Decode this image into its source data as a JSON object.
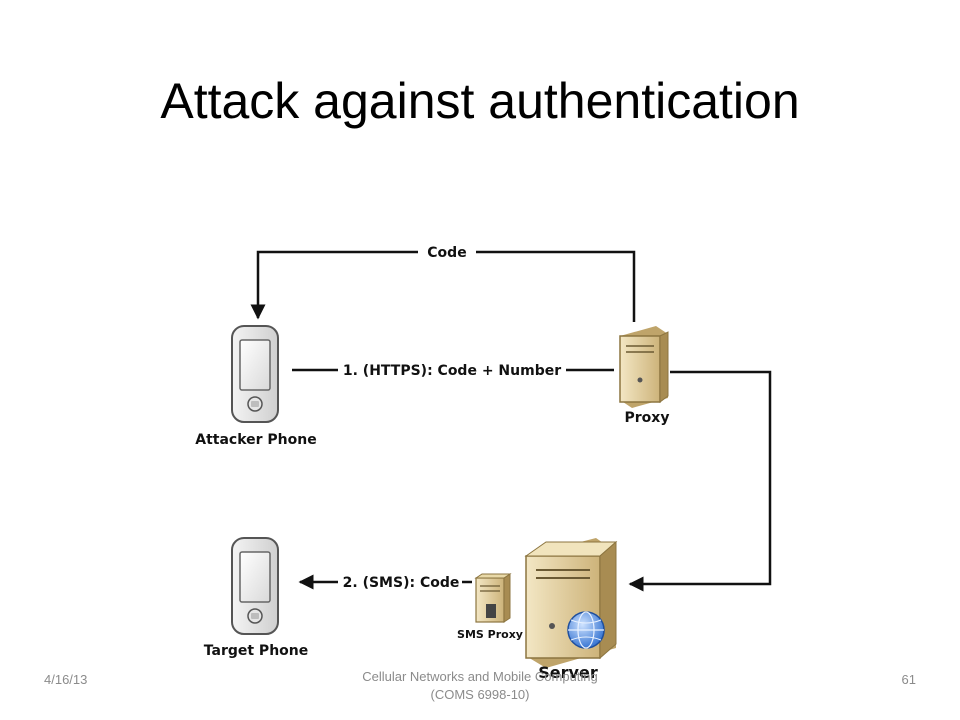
{
  "slide": {
    "title": "Attack against authentication",
    "footer_date": "4/16/13",
    "footer_course_line1": "Cellular Networks and Mobile Computing",
    "footer_course_line2": "(COMS 6998-10)",
    "slide_number": "61"
  },
  "diagram": {
    "nodes": {
      "attacker_phone": "Attacker Phone",
      "proxy": "Proxy",
      "target_phone": "Target Phone",
      "sms_proxy": "SMS Proxy",
      "server": "Server"
    },
    "edges": {
      "code_return": "Code",
      "https_step": "1. (HTTPS): Code + Number",
      "sms_step": "2. (SMS): Code"
    },
    "icons": [
      "phone-icon",
      "server-icon",
      "globe-icon"
    ]
  }
}
